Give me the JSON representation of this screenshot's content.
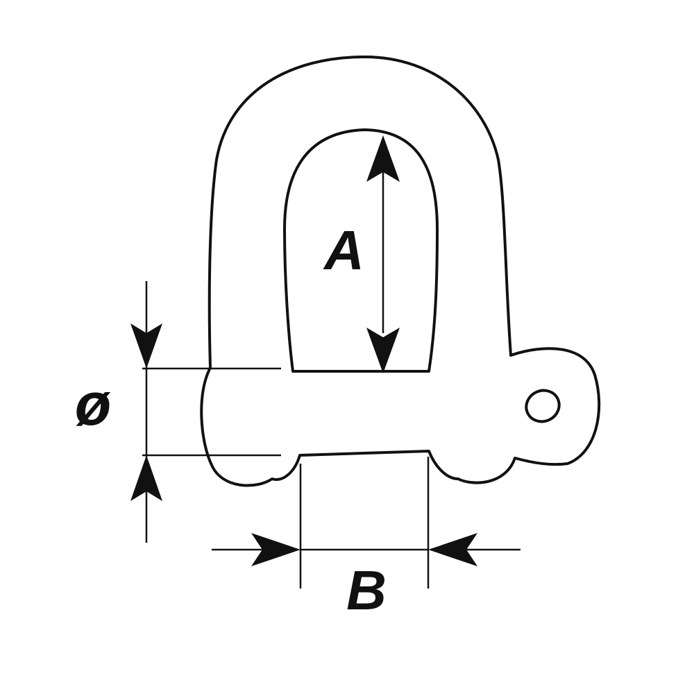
{
  "labels": {
    "a": "A",
    "b": "B",
    "diameter": "ø"
  }
}
